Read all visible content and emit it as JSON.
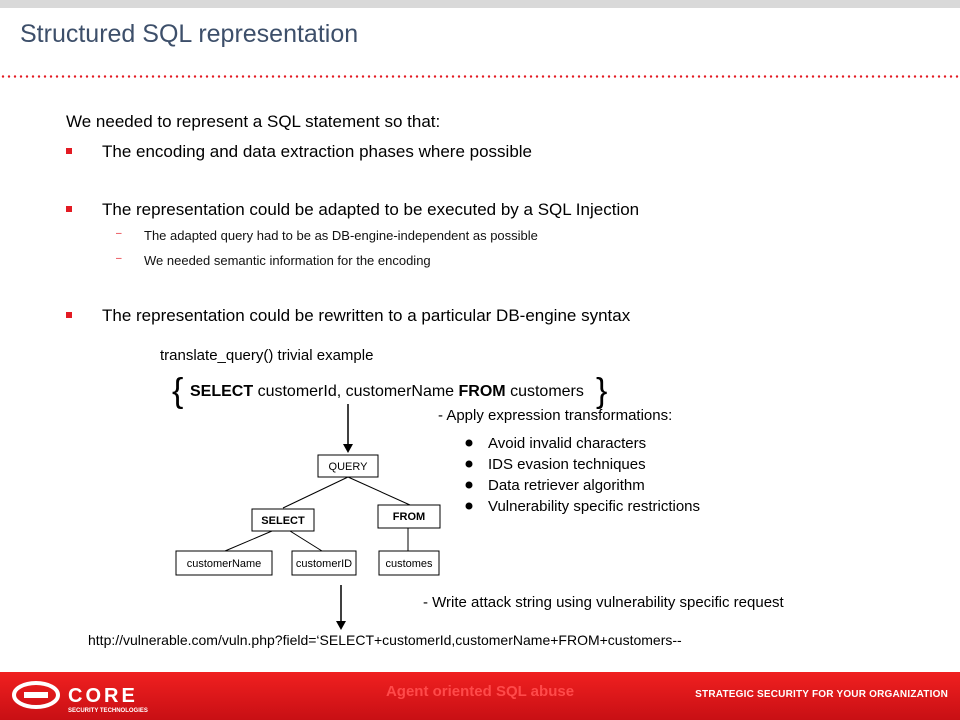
{
  "title": "Structured SQL representation",
  "intro": "We needed to represent a SQL statement so that:",
  "bullets": [
    "The encoding and data extraction phases where possible",
    "The representation could be adapted to be executed by a SQL Injection",
    "The representation could be rewritten to a particular DB-engine syntax"
  ],
  "subbullets": [
    "The adapted query had to be as DB-engine-independent  as possible",
    "We needed  semantic information for the encoding"
  ],
  "diagram": {
    "heading": "translate_query() trivial example",
    "query_select": "SELECT",
    "query_cols": " customerId, customerName ",
    "query_from": "FROM",
    "query_table": " customers",
    "apply_label": "- Apply expression transformations:",
    "transformations": [
      "Avoid invalid characters",
      "IDS evasion techniques",
      "Data retriever algorithm",
      "Vulnerability specific restrictions"
    ],
    "nodes": {
      "query": "QUERY",
      "select": "SELECT",
      "from": "FROM",
      "customer_name": "customerName",
      "customer_id": "customerID",
      "customes": "customes"
    },
    "write_label": "- Write attack string using vulnerability specific request"
  },
  "url": "http://vulnerable.com/vuln.php?field=‘SELECT+customerId,customerName+FROM+customers--",
  "footer": {
    "logo_text": "CORE",
    "logo_subtext": "SECURITY TECHNOLOGIES",
    "center_text": "Agent oriented SQL abuse",
    "tagline": "STRATEGIC SECURITY FOR YOUR ORGANIZATION"
  },
  "colors": {
    "accent": "#e31b23",
    "title": "#3d4f6a"
  }
}
